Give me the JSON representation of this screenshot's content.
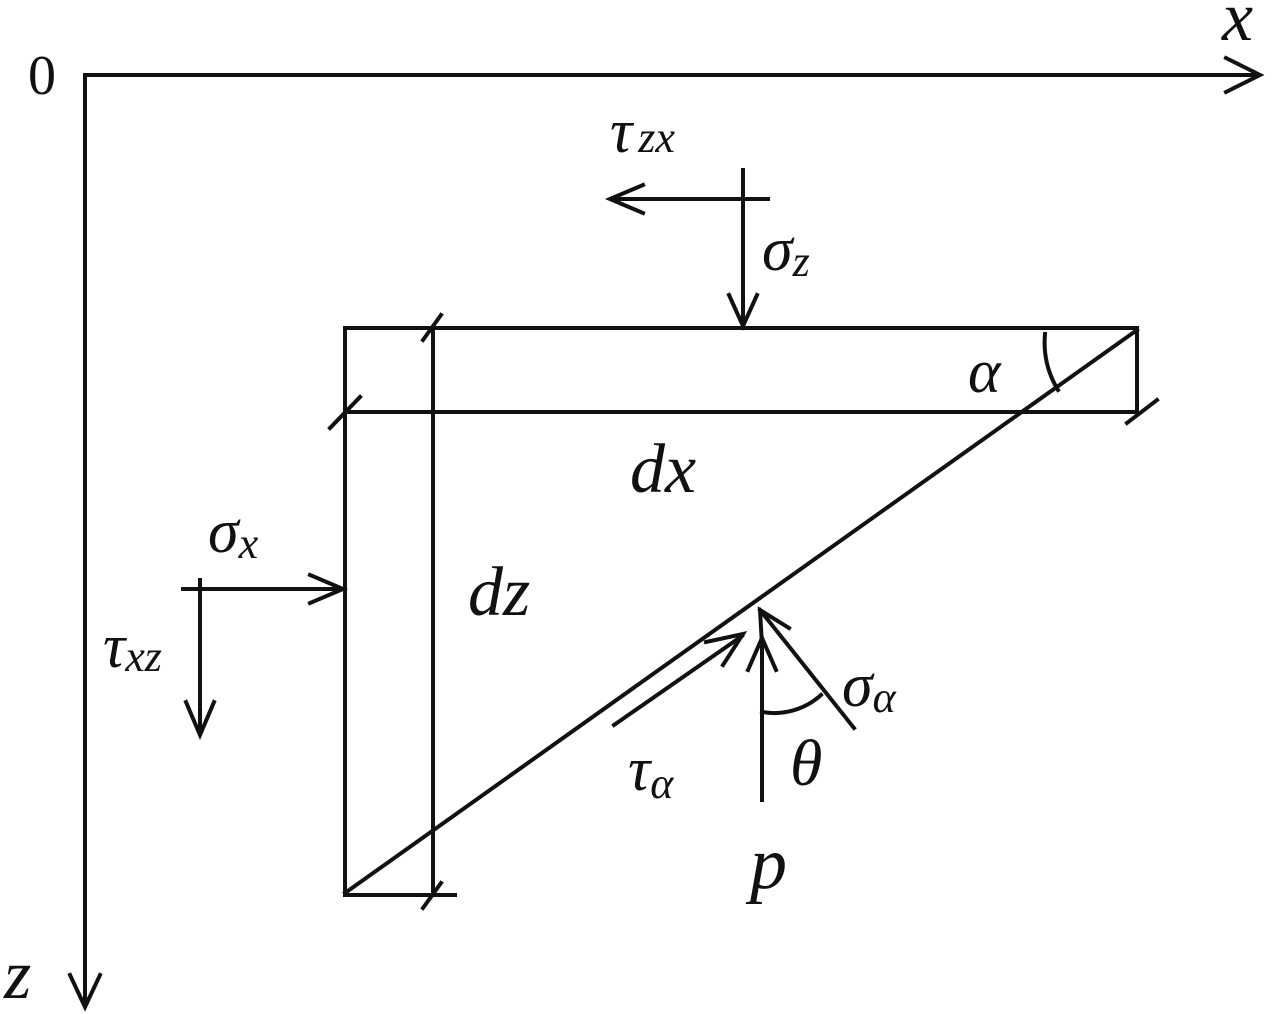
{
  "diagram": {
    "origin_label": "0",
    "x_axis_label": "x",
    "z_axis_label": "z",
    "dx_label": "dx",
    "dz_label": "dz",
    "alpha_label": "α",
    "theta_label": "θ",
    "p_label": "p",
    "sigma": "σ",
    "tau": "τ",
    "sigma_x_sub": "x",
    "sigma_z_sub": "z",
    "sigma_alpha_sub": "α",
    "tau_zx_sub": "zx",
    "tau_xz_sub": "xz",
    "tau_alpha_sub": "α"
  }
}
